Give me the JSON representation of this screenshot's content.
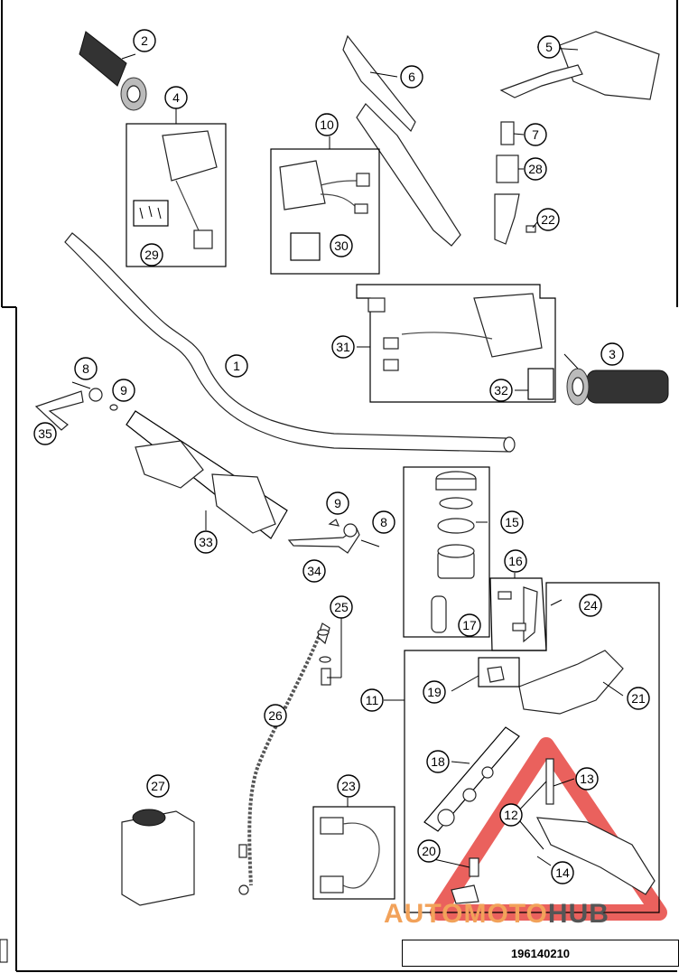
{
  "callouts": [
    {
      "label": "1"
    },
    {
      "label": "2"
    },
    {
      "label": "3"
    },
    {
      "label": "4"
    },
    {
      "label": "5"
    },
    {
      "label": "6"
    },
    {
      "label": "7"
    },
    {
      "label": "8"
    },
    {
      "label": "8"
    },
    {
      "label": "9"
    },
    {
      "label": "9"
    },
    {
      "label": "10"
    },
    {
      "label": "11"
    },
    {
      "label": "12"
    },
    {
      "label": "13"
    },
    {
      "label": "14"
    },
    {
      "label": "15"
    },
    {
      "label": "16"
    },
    {
      "label": "17"
    },
    {
      "label": "18"
    },
    {
      "label": "19"
    },
    {
      "label": "20"
    },
    {
      "label": "21"
    },
    {
      "label": "22"
    },
    {
      "label": "23"
    },
    {
      "label": "24"
    },
    {
      "label": "25"
    },
    {
      "label": "26"
    },
    {
      "label": "27"
    },
    {
      "label": "28"
    },
    {
      "label": "29"
    },
    {
      "label": "30"
    },
    {
      "label": "31"
    },
    {
      "label": "32"
    },
    {
      "label": "33"
    },
    {
      "label": "34"
    },
    {
      "label": "35"
    }
  ],
  "document_number": "196140210",
  "watermark": {
    "text_light": "AUTOMOTO",
    "text_dark": "HUB",
    "accent_color": "#e53935"
  }
}
